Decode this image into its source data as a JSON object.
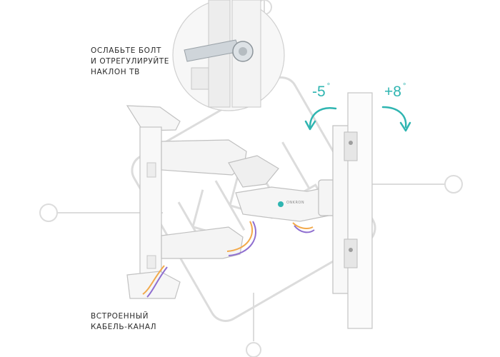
{
  "callouts": {
    "loosen_line1": "Ослабьте болт",
    "loosen_line2": "и отрегулируйте",
    "loosen_line3": "наклон ТВ",
    "cable_line1": "Встроенный",
    "cable_line2": "кабель-канал"
  },
  "tilt": {
    "minus": "-5",
    "plus": "+8",
    "degree_mark": "°"
  },
  "brand_badge": "ONKRON",
  "colors": {
    "accent": "#2fb5b1",
    "watermark": "#dcdcdc",
    "metal": "#f4f4f4",
    "outline": "#bdbdbd",
    "cable_orange": "#f2a94b",
    "cable_purple": "#8f6fd0"
  }
}
